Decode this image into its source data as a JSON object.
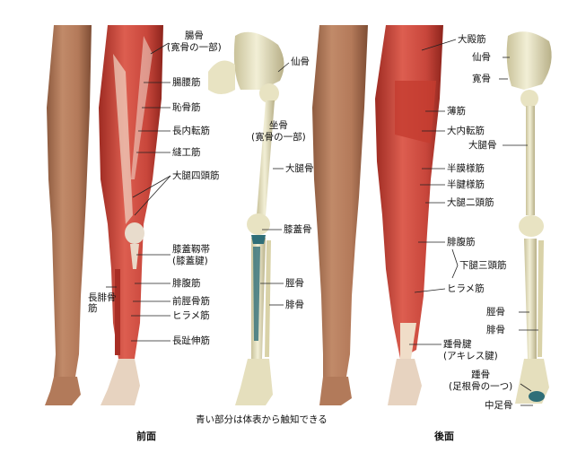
{
  "front": {
    "title": "前面",
    "labels": {
      "hip_bone_1": "腸骨",
      "hip_bone_2": "(寛骨の一部)",
      "sacrum": "仙骨",
      "iliopsoas": "腸腰筋",
      "pectineus": "恥骨筋",
      "adductor_longus": "長内転筋",
      "sartorius": "縫工筋",
      "quadriceps": "大腿四頭筋",
      "ischium_1": "坐骨",
      "ischium_2": "(寛骨の一部)",
      "femur": "大腿骨",
      "patella": "膝蓋骨",
      "patellar_lig_1": "膝蓋靱帯",
      "patellar_lig_2": "(膝蓋腱)",
      "gastrocnemius": "腓腹筋",
      "tibialis_anterior": "前脛骨筋",
      "soleus": "ヒラメ筋",
      "ext_digitorum": "長趾伸筋",
      "peroneus_longus": "長腓骨筋",
      "tibia": "脛骨",
      "fibula": "腓骨"
    }
  },
  "back": {
    "title": "後面",
    "labels": {
      "gluteus_max": "大殿筋",
      "sacrum": "仙骨",
      "hip_bone": "寛骨",
      "gracilis": "薄筋",
      "adductor_magnus": "大内転筋",
      "femur": "大腿骨",
      "semimembranosus": "半膜様筋",
      "semitendinosus": "半腱様筋",
      "biceps_femoris": "大腿二頭筋",
      "gastrocnemius": "腓腹筋",
      "triceps_surae": "下腿三頭筋",
      "soleus": "ヒラメ筋",
      "tibia": "脛骨",
      "fibula": "腓骨",
      "achilles_1": "踵骨腱",
      "achilles_2": "(アキレス腱)",
      "calcaneus_1": "踵骨",
      "calcaneus_2": "(足根骨の一つ)",
      "cuboid": "中足骨"
    }
  },
  "caption": "青い部分は体表から触知できる",
  "colors": {
    "skin": "#b98262",
    "skin_dark": "#8a5a40",
    "muscle": "#c8493f",
    "muscle_light": "#e07a6c",
    "bone": "#ece8c8",
    "bone_shadow": "#bdb58c",
    "palpable": "#2f6e78",
    "leader": "#222222"
  }
}
